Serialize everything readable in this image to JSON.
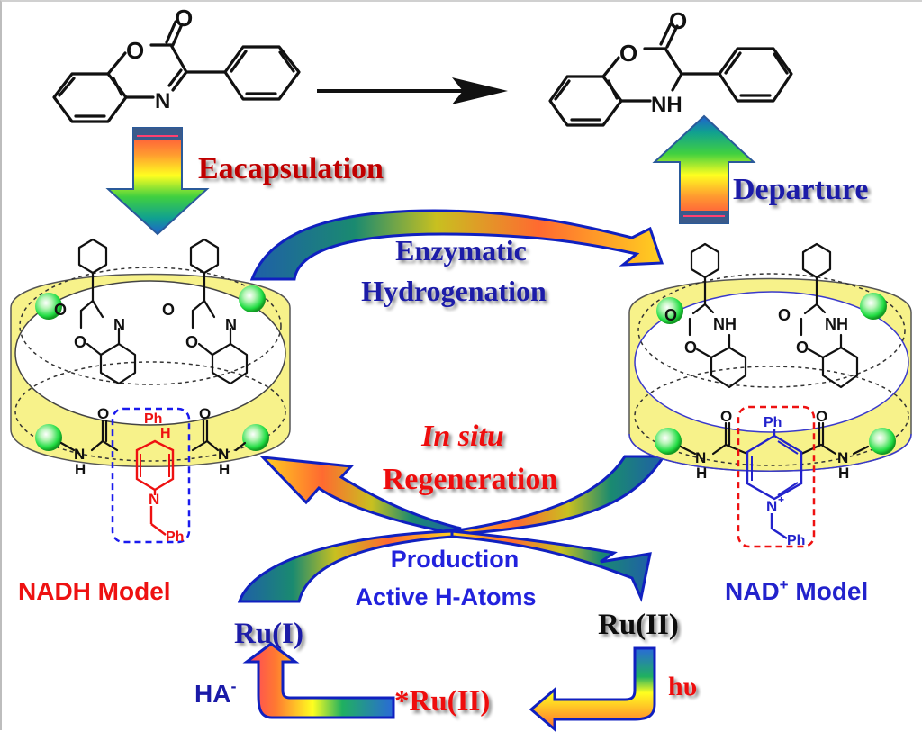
{
  "reaction": {
    "substrate_atoms": {
      "carbonyl_o": "O",
      "ring_o": "O",
      "ring_n": "N"
    },
    "product_atoms": {
      "carbonyl_o": "O",
      "ring_o": "O",
      "ring_nh": "NH"
    }
  },
  "labels": {
    "encapsulation": "Eacapsulation",
    "departure": "Departure",
    "enzymatic_line1": "Enzymatic",
    "enzymatic_line2": "Hydrogenation",
    "insitu_line1": "In situ",
    "insitu_line2": "Regeneration",
    "production_line1": "Production",
    "production_line2": "Active H-Atoms",
    "nadh_model": "NADH Model",
    "nad_model_prefix": "NAD",
    "nad_model_sup": "+",
    "nad_model_suffix": " Model",
    "ru1": "Ru(I)",
    "ru2": "Ru(II)",
    "ru2_excited": "*Ru(II)",
    "ha_prefix": "HA",
    "ha_sup": "-",
    "hv": "hυ"
  },
  "left_cage": {
    "guest_atoms": {
      "o1": "O",
      "o2": "O",
      "n1": "N",
      "o3": "O",
      "o4": "O",
      "n2": "N"
    },
    "amide_atoms": {
      "o_left": "O",
      "o_right": "O",
      "n_left": "N",
      "h_left": "H",
      "n_right": "N",
      "h_right": "H"
    },
    "cofactor": {
      "ph_top": "Ph",
      "h": "H",
      "n": "N",
      "ph_bottom": "Ph"
    }
  },
  "right_cage": {
    "guest_atoms": {
      "o1": "O",
      "o2": "O",
      "nh1": "NH",
      "o3": "O",
      "o4": "O",
      "nh2": "NH"
    },
    "amide_atoms": {
      "o_left": "O",
      "o_right": "O",
      "n_left": "N",
      "h_left": "H",
      "n_right": "N",
      "h_right": "H"
    },
    "cofactor": {
      "ph_top": "Ph",
      "n": "N",
      "n_charge": "+",
      "ph_bottom": "Ph"
    }
  },
  "colors": {
    "nadh_red": "#ee1111",
    "nad_blue": "#2222cc",
    "label_blue": "#1a1aa8",
    "label_red": "#c00000",
    "cage_yellow": "#f7f28a",
    "bead_green": "#22dd44"
  }
}
